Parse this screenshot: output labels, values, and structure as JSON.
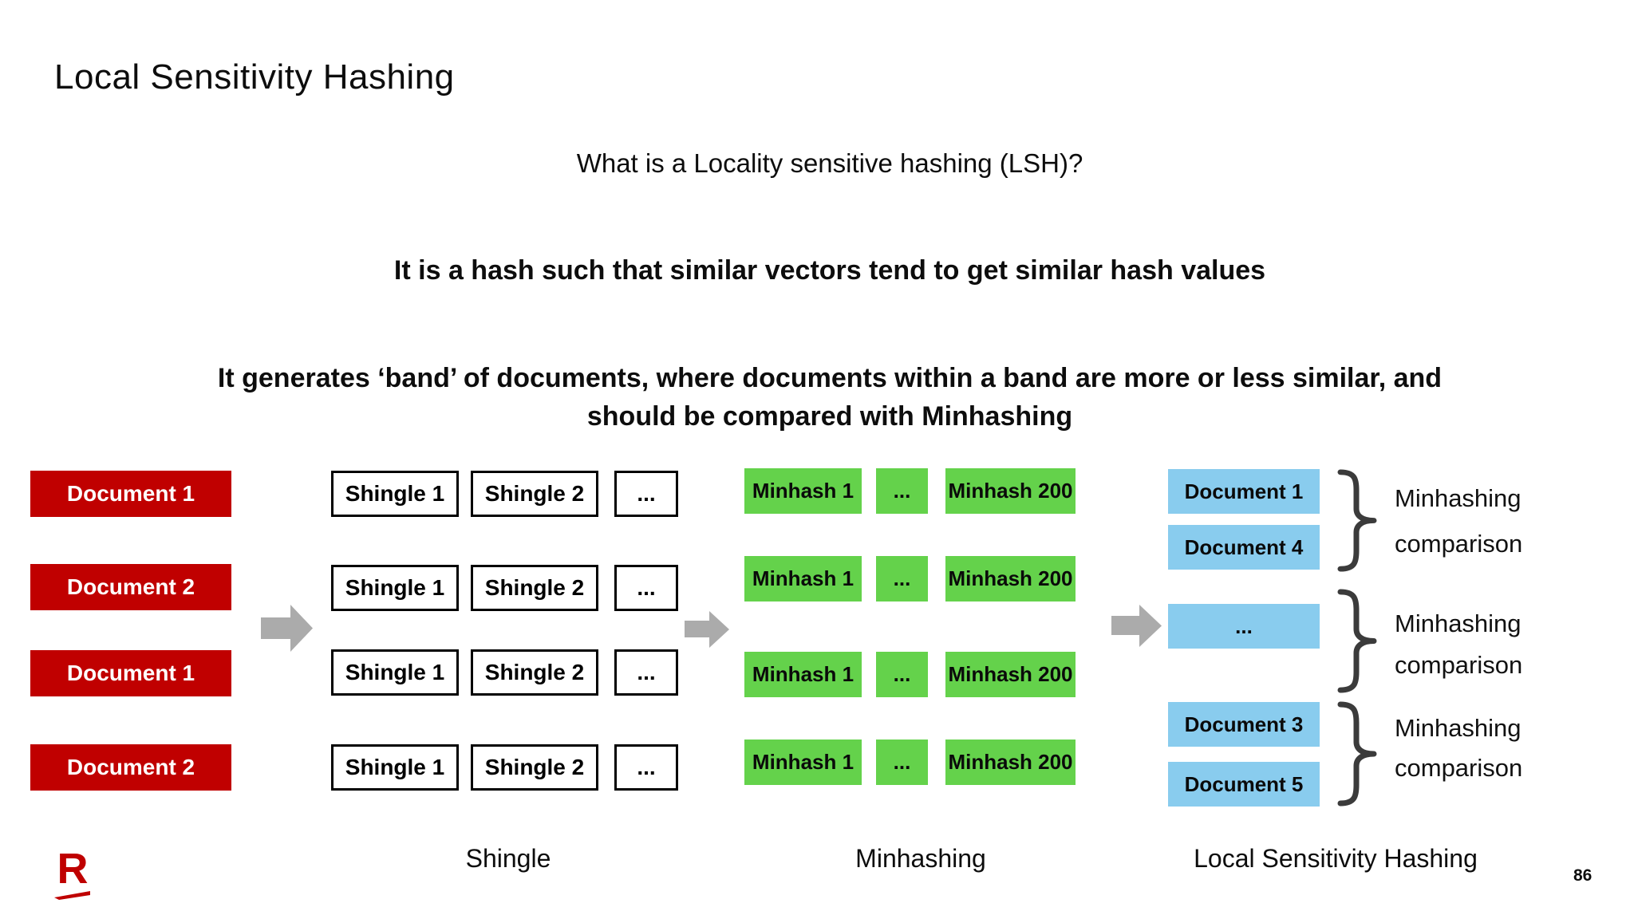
{
  "slide": {
    "title": "Local Sensitivity Hashing",
    "question": "What is a Locality sensitive hashing (LSH)?",
    "statement1": "It is a hash such that similar vectors tend to get similar hash values",
    "statement2_line1": "It generates ‘band’ of documents, where documents within a band are more or less similar, and",
    "statement2_line2": "should be compared with Minhashing",
    "page_number": "86",
    "logo_letter": "R"
  },
  "colors": {
    "document_red": "#C00000",
    "minhash_green": "#64D24B",
    "band_blue": "#89CCEE",
    "arrow_gray": "#ABABAB",
    "brace_gray": "#3B3B3B",
    "logo_red": "#BF0000"
  },
  "icons": {
    "arrow": "arrow-right-icon",
    "brace": "curly-brace-icon",
    "logo": "rakuten-logo"
  },
  "diagram": {
    "documents": [
      "Document 1",
      "Document 2",
      "Document 1",
      "Document 2"
    ],
    "shingle_rows": [
      [
        "Shingle 1",
        "Shingle 2",
        "..."
      ],
      [
        "Shingle 1",
        "Shingle 2",
        "..."
      ],
      [
        "Shingle 1",
        "Shingle 2",
        "..."
      ],
      [
        "Shingle 1",
        "Shingle 2",
        "..."
      ]
    ],
    "minhash_rows": [
      [
        "Minhash 1",
        "...",
        "Minhash 200"
      ],
      [
        "Minhash 1",
        "...",
        "Minhash 200"
      ],
      [
        "Minhash 1",
        "...",
        "Minhash 200"
      ],
      [
        "Minhash 1",
        "...",
        "Minhash 200"
      ]
    ],
    "bands": [
      {
        "boxes": [
          "Document 1",
          "Document 4"
        ],
        "label_line1": "Minhashing",
        "label_line2": "comparison"
      },
      {
        "boxes": [
          "..."
        ],
        "label_line1": "Minhashing",
        "label_line2": "comparison"
      },
      {
        "boxes": [
          "Document 3",
          "Document 5"
        ],
        "label_line1": "Minhashing",
        "label_line2": "comparison"
      }
    ],
    "stage_labels": [
      "Shingle",
      "Minhashing",
      "Local Sensitivity Hashing"
    ]
  }
}
